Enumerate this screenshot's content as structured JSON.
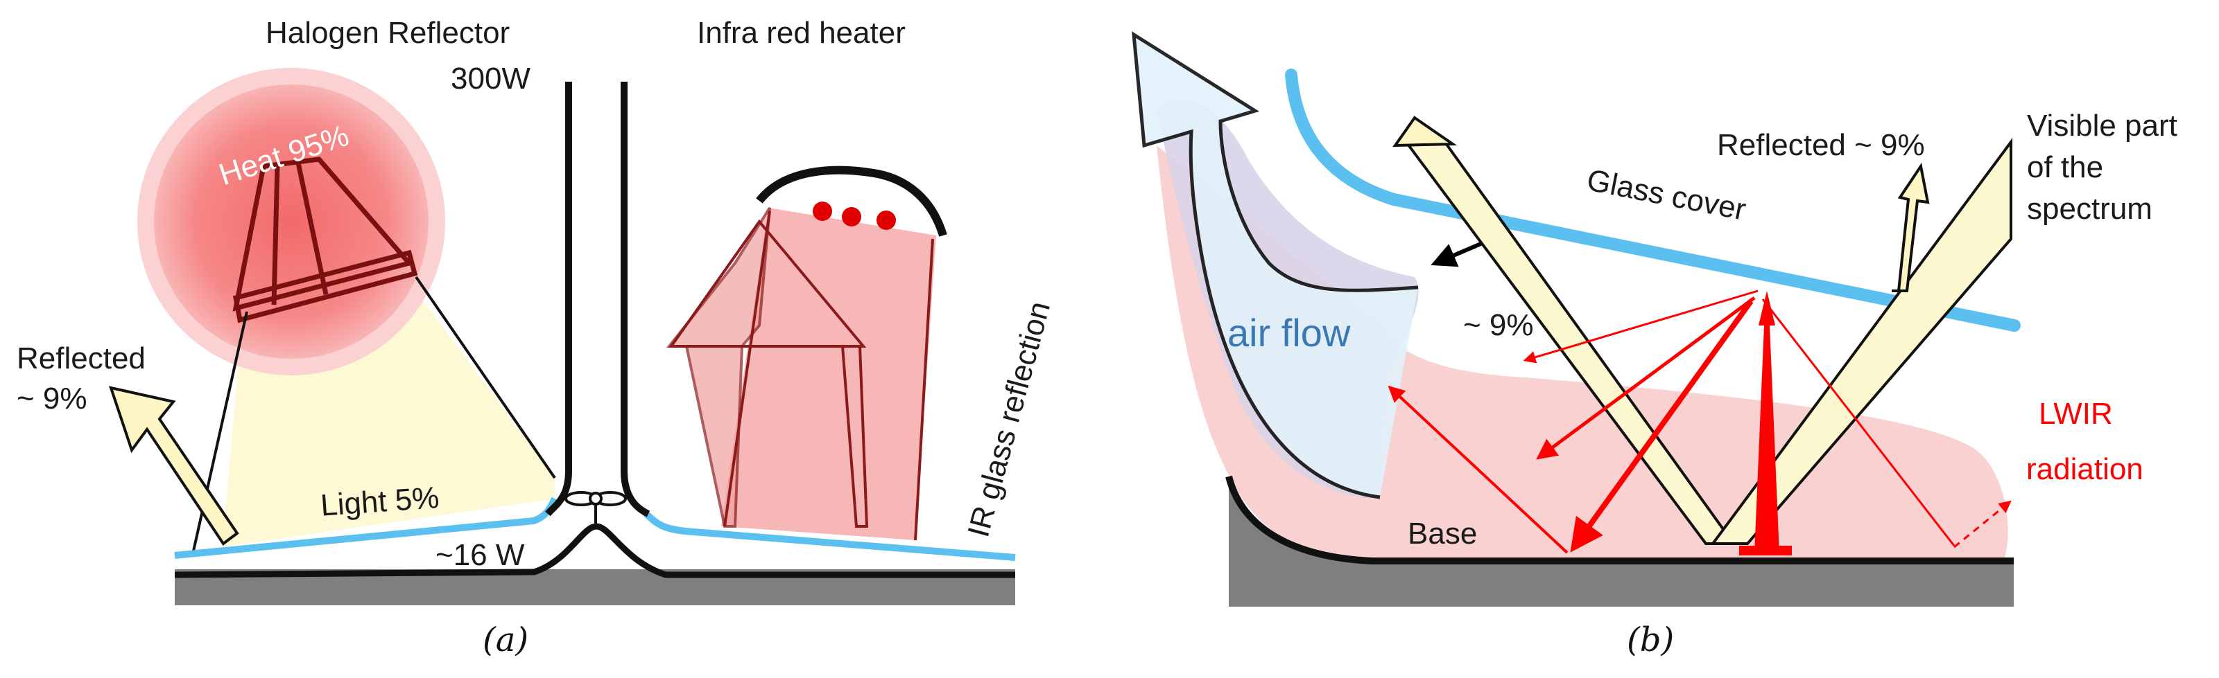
{
  "panel_a": {
    "caption": "(a)",
    "halogen_title": "Halogen Reflector",
    "halogen_power": "300W",
    "ir_title": "Infra red heater",
    "heat": "Heat 95%",
    "reflected_line1": "Reflected",
    "reflected_line2": "~ 9%",
    "light": "Light 5%",
    "fan_power": "~16 W",
    "ir_glass": "IR glass reflection"
  },
  "panel_b": {
    "caption": "(b)",
    "reflected": "Reflected ~ 9%",
    "visible_line1": "Visible part",
    "visible_line2": "of the",
    "visible_line3": "spectrum",
    "glass_cover": "Glass cover",
    "air_flow": "air flow",
    "approx": "~ 9%",
    "lwir_line1": "LWIR",
    "lwir_line2": "radiation",
    "base": "Base"
  },
  "colors": {
    "glass": "#5bc0f0",
    "heat_glow": "#f47a7a",
    "light_beam": "#fdf8d0",
    "ir_beam": "#f7b3b3",
    "lwir": "#ff0000",
    "air_flow_text": "#3a78b4",
    "base_fill": "#7f7f7f"
  }
}
